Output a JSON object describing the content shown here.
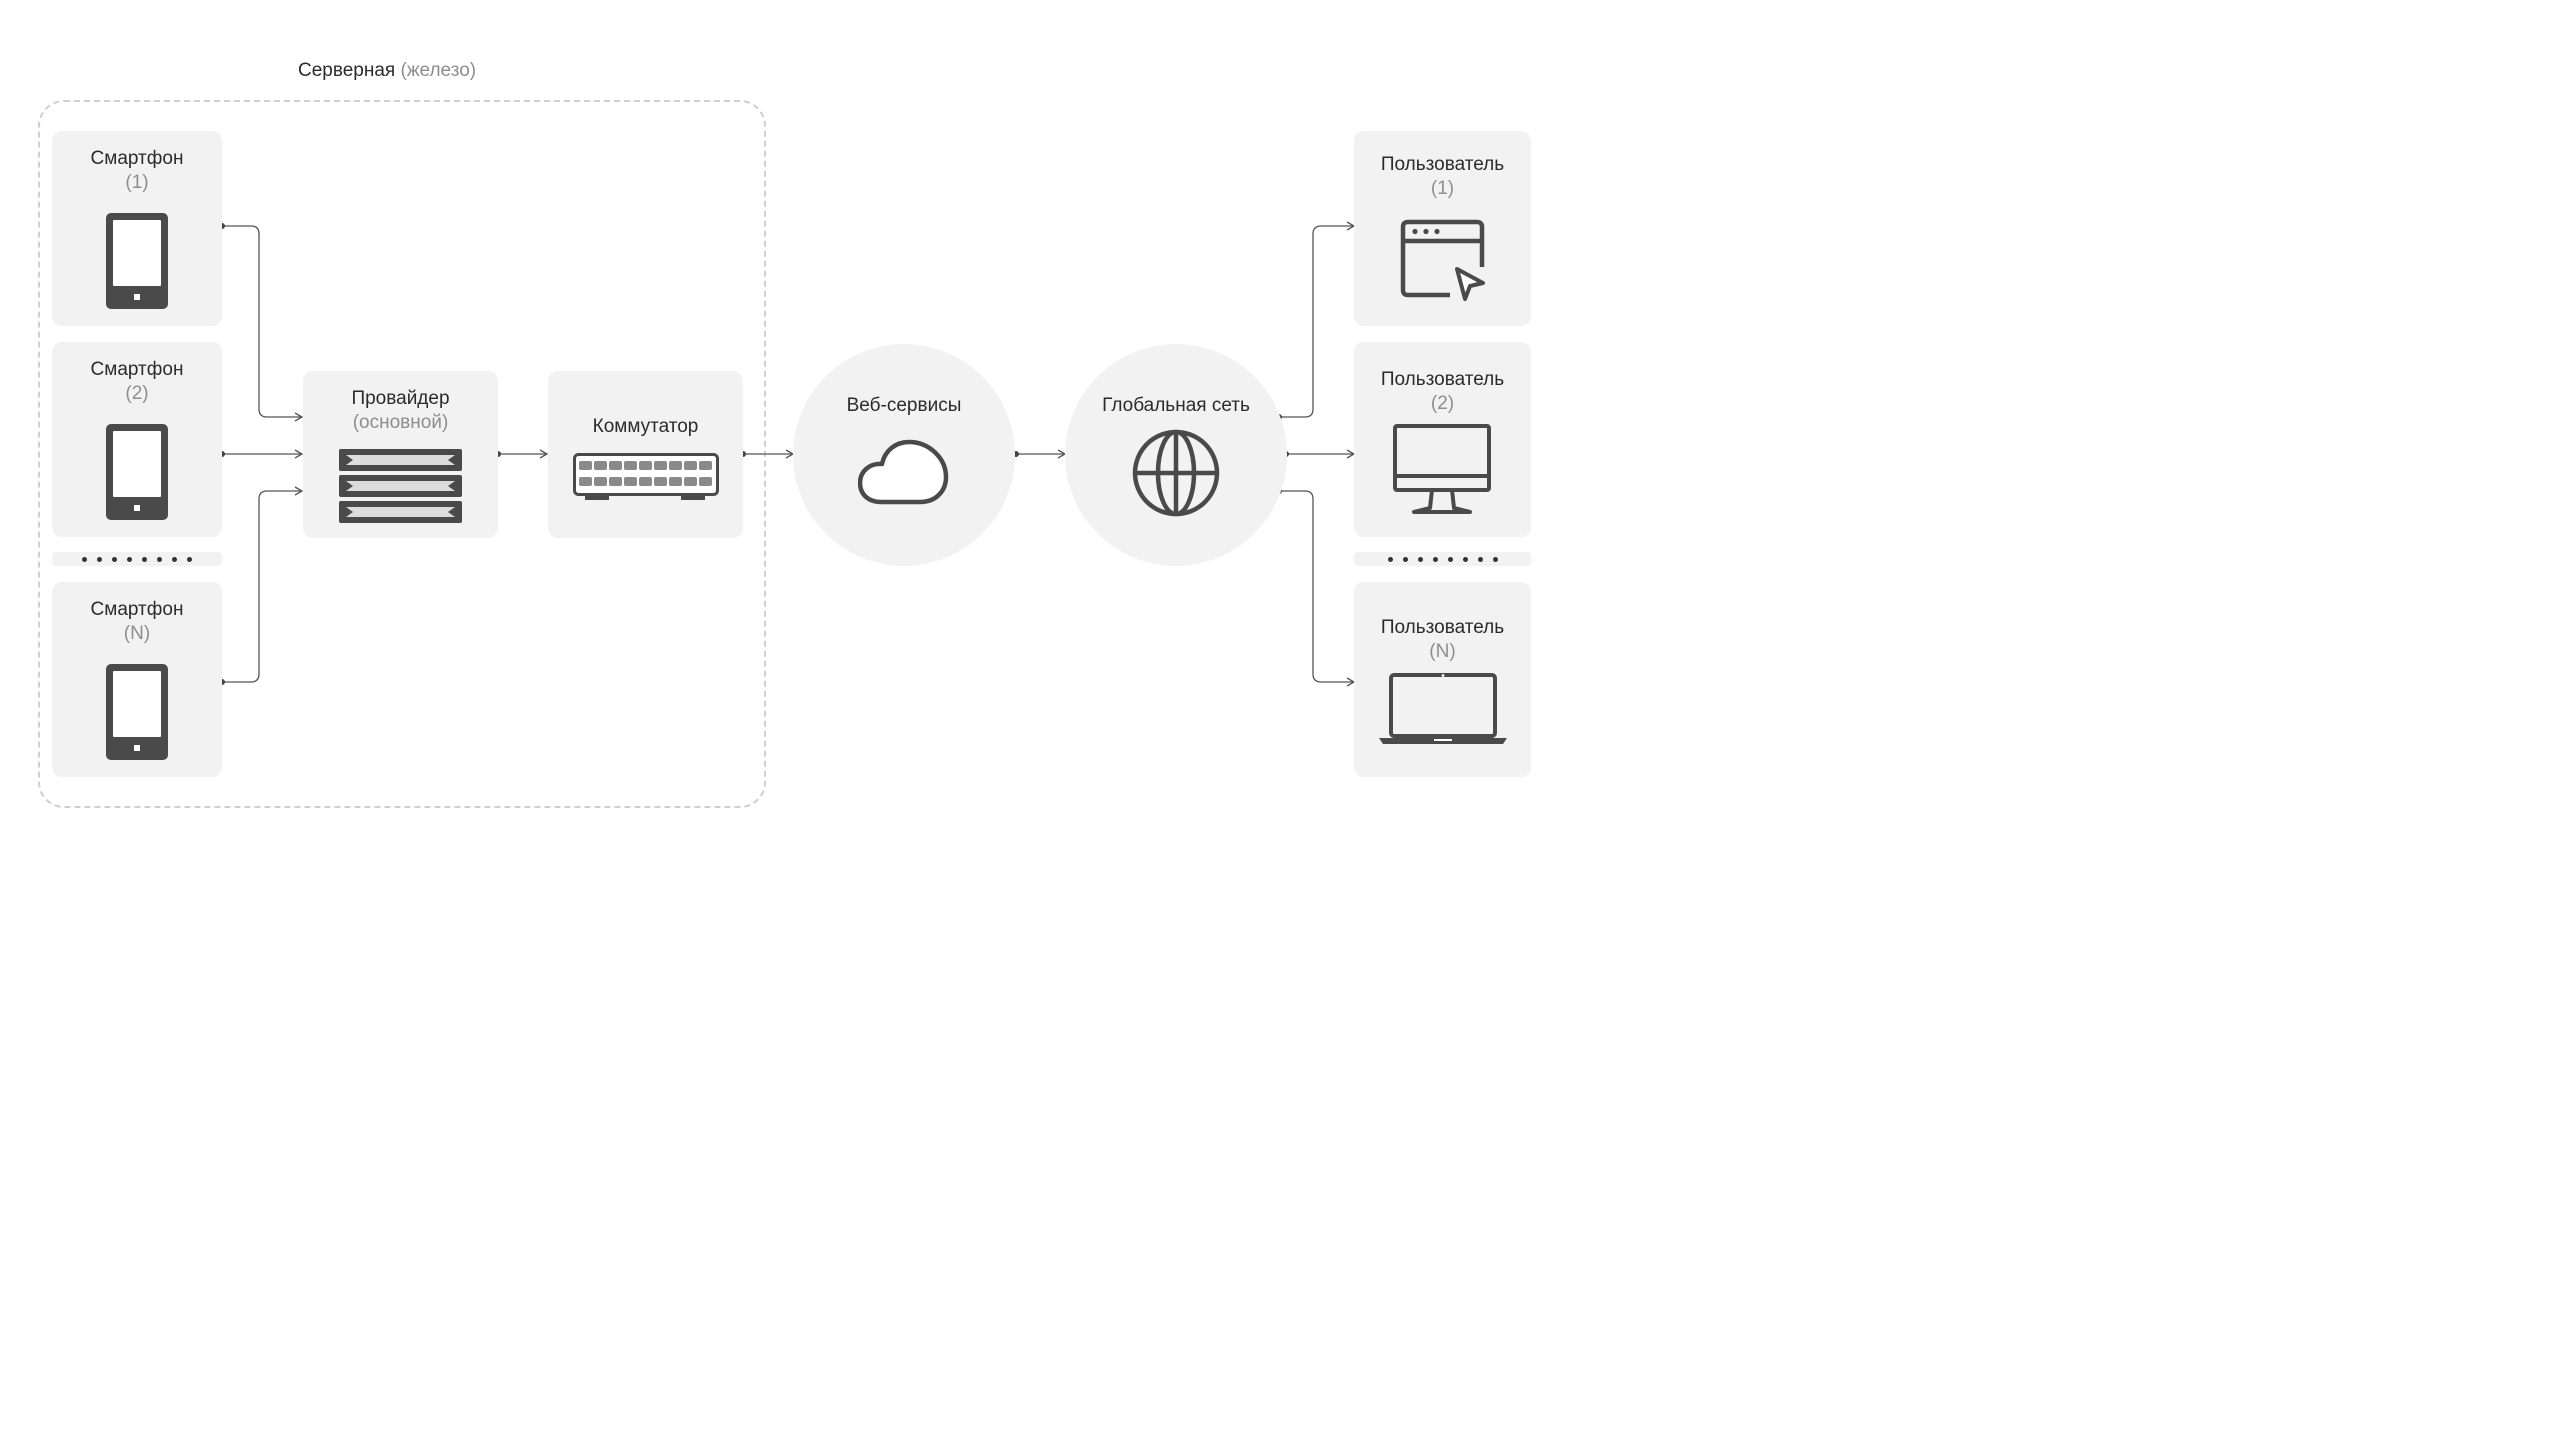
{
  "group": {
    "title": "Серверная",
    "subtitle": "(железо)"
  },
  "sources": [
    {
      "label": "Смартфон",
      "index": "(1)",
      "icon": "smartphone-icon"
    },
    {
      "label": "Смартфон",
      "index": "(2)",
      "icon": "smartphone-icon"
    },
    {
      "label": "Смартфон",
      "index": "(N)",
      "icon": "smartphone-icon"
    }
  ],
  "provider": {
    "label": "Провайдер",
    "sublabel": "(основной)",
    "icon": "server-rack-icon"
  },
  "switch": {
    "label": "Коммутатор",
    "icon": "network-switch-icon"
  },
  "web_services": {
    "label": "Веб-сервисы",
    "icon": "cloud-icon"
  },
  "global_network": {
    "label": "Глобальная сеть",
    "icon": "globe-icon"
  },
  "users": [
    {
      "label": "Пользователь",
      "index": "(1)",
      "icon": "browser-window-cursor-icon"
    },
    {
      "label": "Пользователь",
      "index": "(2)",
      "icon": "desktop-monitor-icon"
    },
    {
      "label": "Пользователь",
      "index": "(N)",
      "icon": "laptop-icon"
    }
  ],
  "colors": {
    "card": "#f2f2f2",
    "icon": "#4a4a4a",
    "line": "#555555",
    "muted": "#8e8e8e",
    "dashed": "#d0d0d0"
  }
}
